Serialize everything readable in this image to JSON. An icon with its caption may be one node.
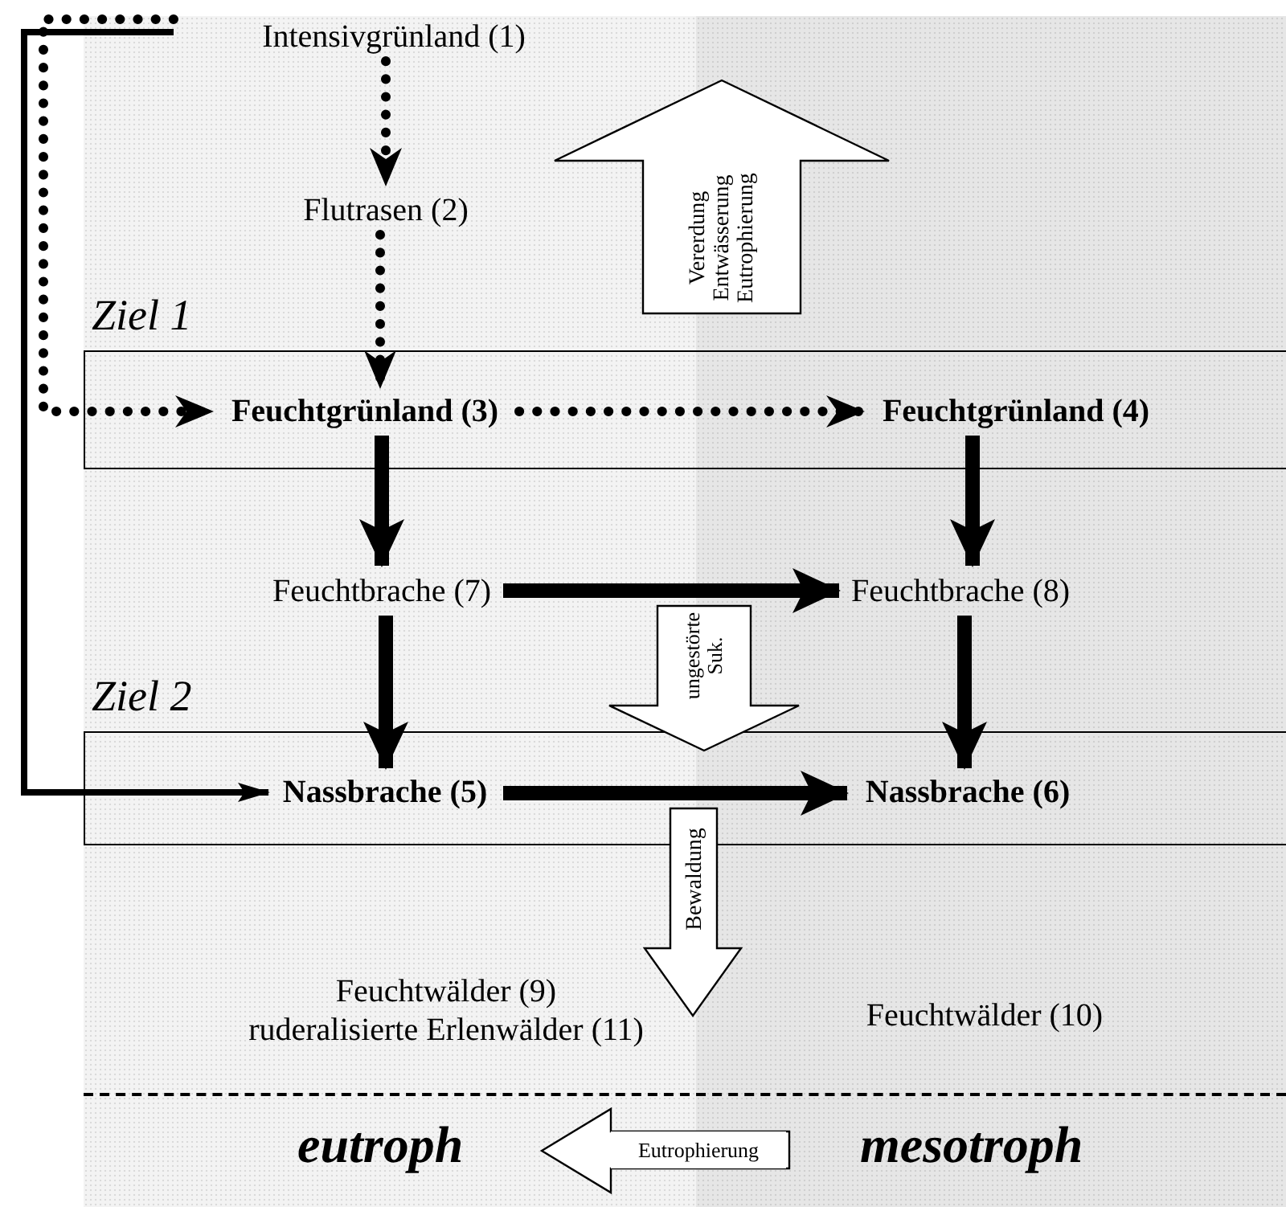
{
  "diagram": {
    "nodes": [
      {
        "text": [
          "Intensivgrünland (1)"
        ]
      },
      {
        "text": [
          "Flutrasen (2)"
        ]
      },
      {
        "text": [
          "Ziel 1"
        ]
      },
      {
        "text": [
          "Feuchtgrünland (3)"
        ],
        "in": 2
      },
      {
        "text": [
          "Feuchtgrünland (4)"
        ],
        "in": 2
      },
      {
        "text": [
          "Feuchtbrache (7)"
        ]
      },
      {
        "text": [
          "Feuchtbrache (8)"
        ]
      },
      {
        "text": [
          "Ziel 2"
        ]
      },
      {
        "text": [
          "Nassbrache (5)"
        ],
        "in": 7
      },
      {
        "text": [
          "Nassbrache (6)"
        ],
        "in": 7
      },
      {
        "text": [
          "Feuchtwälder (9)",
          "ruderalisierte Erlenwälder (11)"
        ]
      },
      {
        "text": [
          "Feuchtwälder (10)"
        ]
      },
      {
        "text": [
          "Vererdung Entwässerung Eutrophierung"
        ]
      },
      {
        "text": [
          "ungestörte Suk."
        ]
      },
      {
        "text": [
          "Bewaldung"
        ]
      },
      {
        "text": [
          "Eutrophierung"
        ]
      }
    ],
    "edges": [
      {
        "from": 0,
        "to": 1,
        "arrow": "to",
        "style": "dashed"
      },
      {
        "from": 1,
        "to": 3,
        "arrow": "to",
        "style": "dashed"
      },
      {
        "from": 0,
        "to": 3,
        "arrow": "to",
        "style": "dashed"
      },
      {
        "from": 3,
        "to": 4,
        "arrow": "to",
        "style": "dashed"
      },
      {
        "from": 3,
        "to": 5,
        "arrow": "to"
      },
      {
        "from": 4,
        "to": 6,
        "arrow": "to"
      },
      {
        "from": 5,
        "to": 6,
        "arrow": "to"
      },
      {
        "from": 5,
        "to": 8,
        "arrow": "to"
      },
      {
        "from": 6,
        "to": 9,
        "arrow": "to"
      },
      {
        "from": 8,
        "to": 9,
        "arrow": "to"
      },
      {
        "from": 0,
        "to": 8,
        "arrow": "to"
      }
    ],
    "labels": [
      "eutroph",
      "mesotroph"
    ]
  }
}
